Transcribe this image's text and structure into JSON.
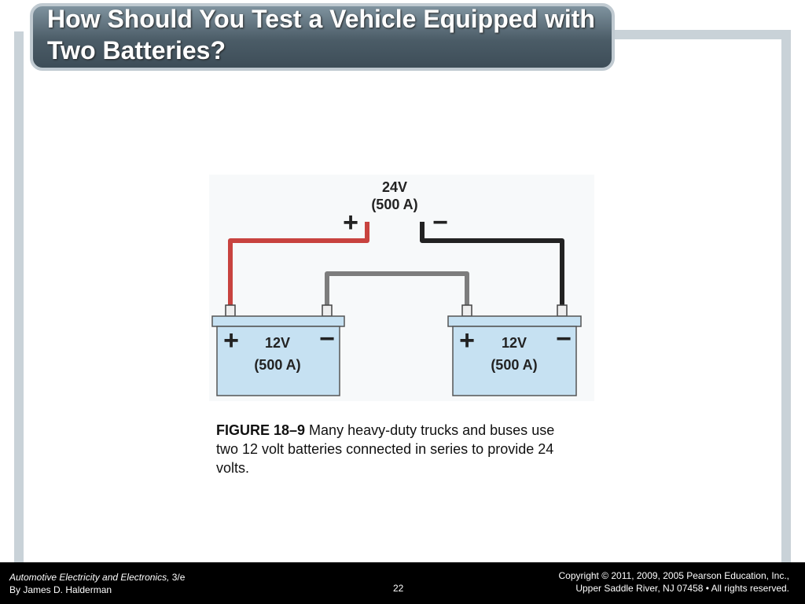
{
  "slide": {
    "title": "How Should You Test a Vehicle Equipped with Two Batteries?"
  },
  "diagram": {
    "output_voltage": "24V",
    "output_current": "(500 A)",
    "plus_symbol": "+",
    "minus_symbol": "−",
    "batteries": [
      {
        "voltage": "12V",
        "current": "(500 A)"
      },
      {
        "voltage": "12V",
        "current": "(500 A)"
      }
    ],
    "colors": {
      "positive_cable": "#c8433f",
      "negative_cable": "#222222",
      "jumper_cable": "#7d7d7d",
      "battery_fill": "#c6e1f2",
      "battery_stroke": "#555555"
    }
  },
  "caption": {
    "label": "FIGURE 18–9",
    "text": " Many heavy-duty trucks and buses use two 12 volt batteries connected in series to provide 24 volts."
  },
  "footer": {
    "book_title": "Automotive Electricity and Electronics,",
    "edition": " 3/e",
    "author": "By James D. Halderman",
    "page_number": "22",
    "copyright_line1": "Copyright © 2011, 2009, 2005 Pearson Education, Inc.,",
    "copyright_line2": "Upper Saddle River, NJ 07458 • All rights reserved."
  }
}
